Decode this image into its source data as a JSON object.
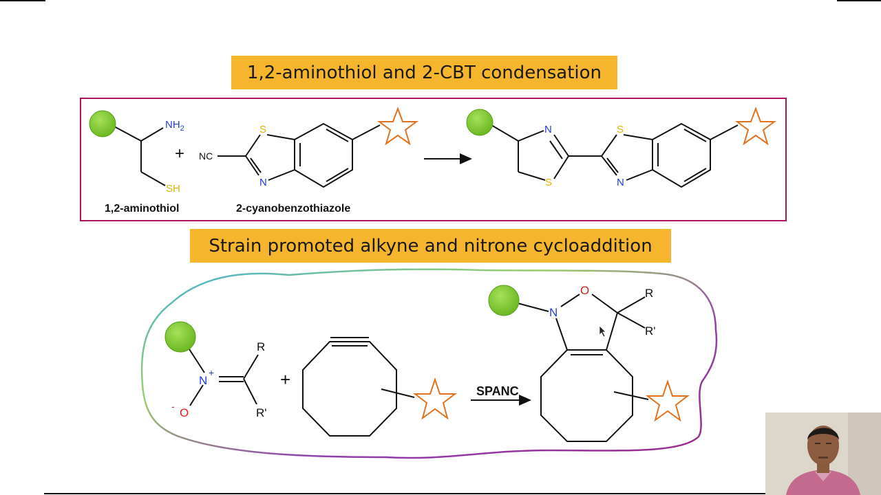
{
  "slide": {
    "section1_title": "1,2-aminothiol and 2-CBT condensation",
    "section2_title": "Strain promoted alkyne and nitrone cycloaddition"
  },
  "reaction1": {
    "aminothiol_label": "1,2-aminothiol",
    "cbt_label": "2-cyanobenzothiazole",
    "nh2": "NH",
    "nh2_sub": "2",
    "sh": "SH",
    "nc": "NC",
    "plus": "+",
    "atom_s": "S",
    "atom_n": "N"
  },
  "reaction2": {
    "plus": "+",
    "arrow_label": "SPANC",
    "atom_n": "N",
    "atom_o": "O",
    "r": "R",
    "r_prime": "R'",
    "charge_plus": "+",
    "charge_minus": "-"
  },
  "colors": {
    "title_bg": "#f5b52d",
    "box1_border": "#b0135a",
    "green_sphere": "#7dc42a",
    "star": "#e2711d",
    "nitrogen": "#1f3fd6",
    "sulfur": "#e0b400",
    "oxygen": "#d81e1e"
  }
}
